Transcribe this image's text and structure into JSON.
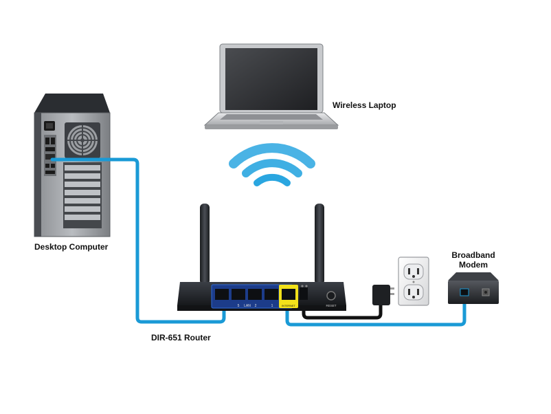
{
  "labels": {
    "laptop": "Wireless Laptop",
    "desktop": "Desktop Computer",
    "router": "DIR-651 Router",
    "modem_line1": "Broadband",
    "modem_line2": "Modem"
  },
  "router_panel": {
    "lan": "LAN",
    "port_5": "5",
    "port_2": "2",
    "port_1": "1",
    "internet": "INTERNET",
    "reset": "RESET"
  },
  "colors": {
    "cable": "#1a9ad6",
    "wifi": "#2aa6e0",
    "device": "#2b2e33",
    "internet_port": "#f2e11a"
  }
}
